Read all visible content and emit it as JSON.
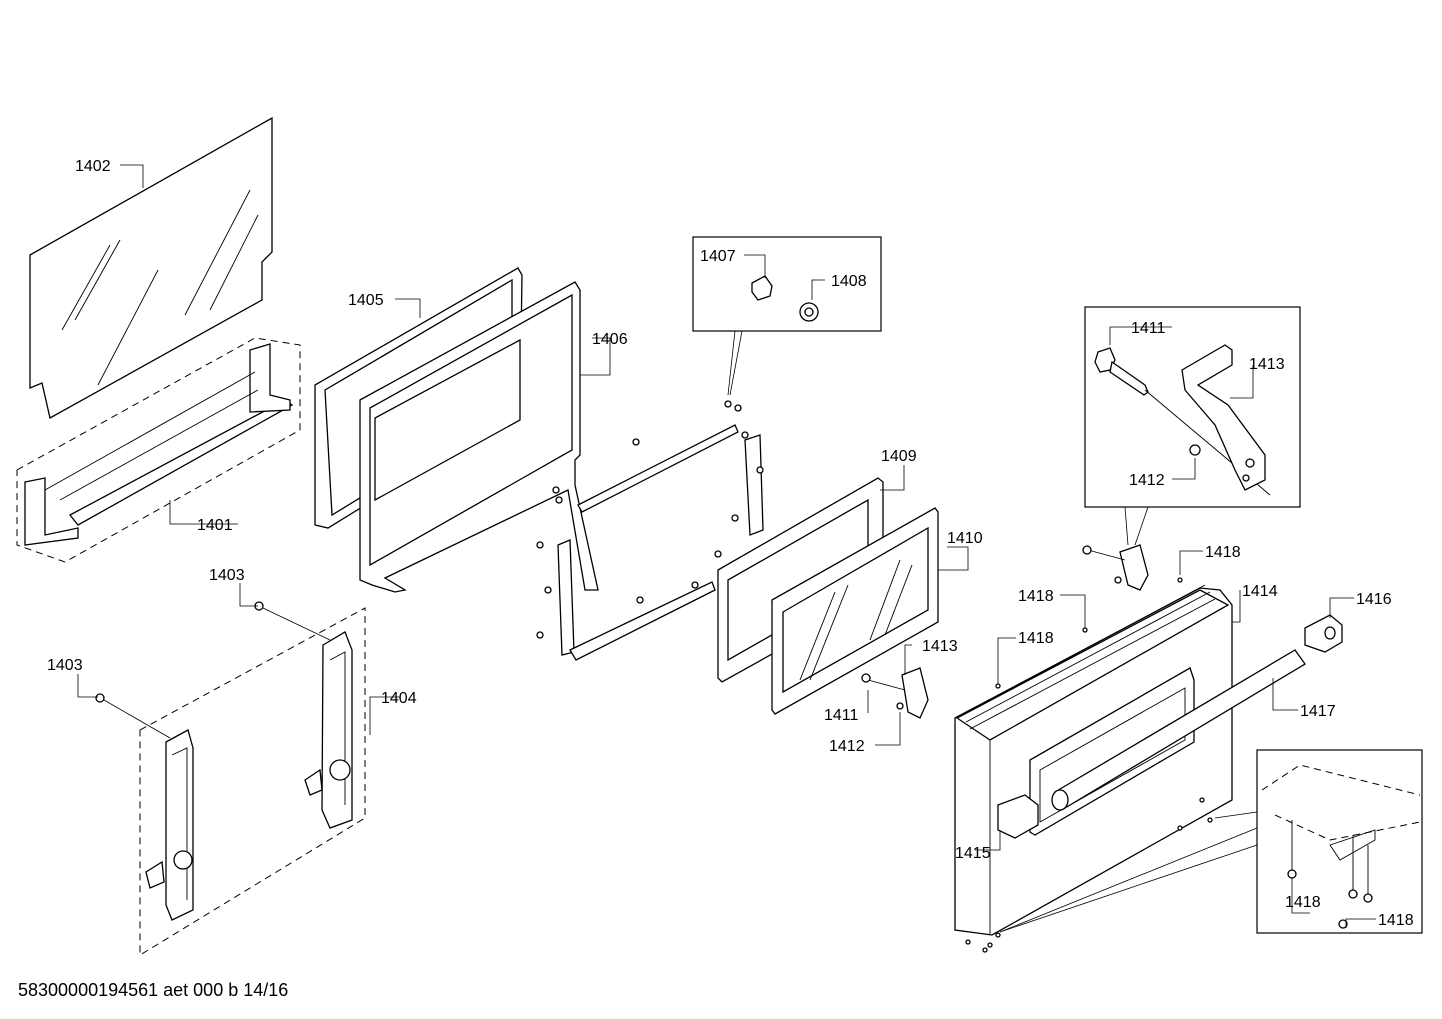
{
  "labels": {
    "p1401": "1401",
    "p1402": "1402",
    "p1403a": "1403",
    "p1403b": "1403",
    "p1404": "1404",
    "p1405": "1405",
    "p1406": "1406",
    "p1407": "1407",
    "p1408": "1408",
    "p1409": "1409",
    "p1410": "1410",
    "p1411a": "1411",
    "p1411b": "1411",
    "p1412a": "1412",
    "p1412b": "1412",
    "p1413a": "1413",
    "p1413b": "1413",
    "p1414": "1414",
    "p1415": "1415",
    "p1416": "1416",
    "p1417": "1417",
    "p1418a": "1418",
    "p1418b": "1418",
    "p1418c": "1418",
    "p1418d": "1418",
    "p1418e": "1418"
  },
  "footer": {
    "document_id": "58300000194561 aet 000 b 14/16"
  }
}
